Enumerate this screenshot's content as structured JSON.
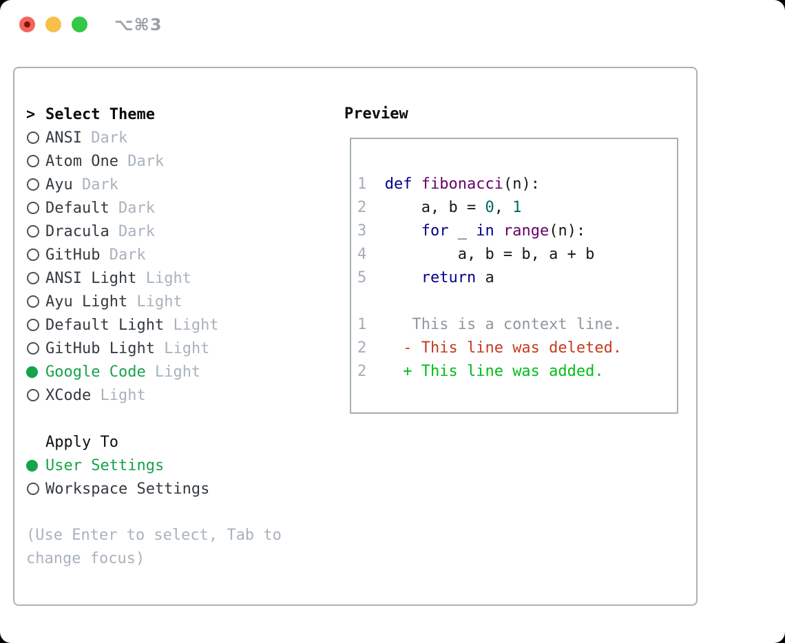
{
  "window": {
    "title": "⌥⌘3",
    "traffic_lights": [
      "close",
      "minimize",
      "zoom"
    ]
  },
  "colors": {
    "accent_green": "#16a34a",
    "diff_added": "#00bd18",
    "diff_deleted": "#c53a1e",
    "diff_context": "#8f989f",
    "syntax_keyword": "#000088",
    "syntax_function": "#660066",
    "syntax_literal": "#006666",
    "syntax_plain": "#16181a",
    "line_number": "#a3adb8",
    "muted_gray": "#a9b2bd",
    "panel_border": "#a9b2bb",
    "traffic_red": "#f2655c",
    "traffic_yellow": "#f9bf4b",
    "traffic_green": "#34c748"
  },
  "theme_list": {
    "prompt": ">",
    "header": "Select Theme",
    "items": [
      {
        "name": "ANSI",
        "variant": "Dark",
        "selected": false
      },
      {
        "name": "Atom One",
        "variant": "Dark",
        "selected": false
      },
      {
        "name": "Ayu",
        "variant": "Dark",
        "selected": false
      },
      {
        "name": "Default",
        "variant": "Dark",
        "selected": false
      },
      {
        "name": "Dracula",
        "variant": "Dark",
        "selected": false
      },
      {
        "name": "GitHub",
        "variant": "Dark",
        "selected": false
      },
      {
        "name": "ANSI Light",
        "variant": "Light",
        "selected": false
      },
      {
        "name": "Ayu Light",
        "variant": "Light",
        "selected": false
      },
      {
        "name": "Default Light",
        "variant": "Light",
        "selected": false
      },
      {
        "name": "GitHub Light",
        "variant": "Light",
        "selected": false
      },
      {
        "name": "Google Code",
        "variant": "Light",
        "selected": true
      },
      {
        "name": "XCode",
        "variant": "Light",
        "selected": false
      }
    ]
  },
  "apply_to": {
    "header": "Apply To",
    "options": [
      {
        "label": "User Settings",
        "selected": true
      },
      {
        "label": "Workspace Settings",
        "selected": false
      }
    ]
  },
  "hint": "(Use Enter to select, Tab to change focus)",
  "preview": {
    "title": "Preview",
    "code_lines": [
      {
        "num": "1",
        "segments": [
          {
            "t": "def ",
            "c": "kw"
          },
          {
            "t": "fibonacci",
            "c": "fn"
          },
          {
            "t": "(n):",
            "c": "pln"
          }
        ]
      },
      {
        "num": "2",
        "segments": [
          {
            "t": "    a, b = ",
            "c": "pln"
          },
          {
            "t": "0",
            "c": "lit"
          },
          {
            "t": ", ",
            "c": "pln"
          },
          {
            "t": "1",
            "c": "lit"
          }
        ]
      },
      {
        "num": "3",
        "segments": [
          {
            "t": "    ",
            "c": "pln"
          },
          {
            "t": "for",
            "c": "kw"
          },
          {
            "t": " _ ",
            "c": "pln"
          },
          {
            "t": "in",
            "c": "kw"
          },
          {
            "t": " ",
            "c": "pln"
          },
          {
            "t": "range",
            "c": "fn"
          },
          {
            "t": "(n):",
            "c": "pln"
          }
        ]
      },
      {
        "num": "4",
        "segments": [
          {
            "t": "        a, b = b, a + b",
            "c": "pln"
          }
        ]
      },
      {
        "num": "5",
        "segments": [
          {
            "t": "    ",
            "c": "pln"
          },
          {
            "t": "return",
            "c": "kw"
          },
          {
            "t": " a",
            "c": "pln"
          }
        ]
      },
      {
        "num": "",
        "segments": []
      },
      {
        "num": "1",
        "segments": [
          {
            "t": "   This is a context line.",
            "c": "ctx"
          }
        ]
      },
      {
        "num": "2",
        "segments": [
          {
            "t": "  ",
            "c": "pln"
          },
          {
            "t": "- This line was deleted.",
            "c": "del"
          }
        ]
      },
      {
        "num": "2",
        "segments": [
          {
            "t": "  ",
            "c": "pln"
          },
          {
            "t": "+ This line was added.",
            "c": "add"
          }
        ]
      }
    ]
  }
}
